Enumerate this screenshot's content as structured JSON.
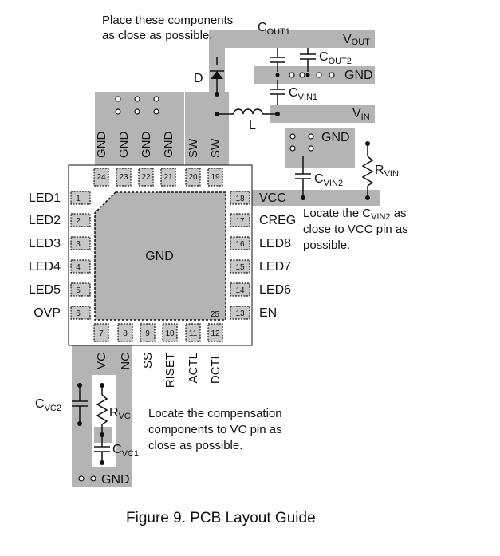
{
  "notes": {
    "place_line1": "Place these components",
    "place_line2": "as close as possible.",
    "cvin2_line1": "Locate the C",
    "cvin2_sub": "VIN2",
    "cvin2_after": " as",
    "cvin2_line2": "close to VCC pin as",
    "cvin2_line3": "possible.",
    "comp_line1": "Locate the compensation",
    "comp_line2": "components to VC pin as",
    "comp_line3": "close as possible."
  },
  "components": {
    "cout1_main": "C",
    "cout1_sub": "OUT1",
    "cout2_main": "C",
    "cout2_sub": "OUT2",
    "cvin1_main": "C",
    "cvin1_sub": "VIN1",
    "cvin2_main": "C",
    "cvin2_sub": "VIN2",
    "rvin_main": "R",
    "rvin_sub": "VIN",
    "cvc2_main": "C",
    "cvc2_sub": "VC2",
    "rvc_main": "R",
    "rvc_sub": "VC",
    "cvc1_main": "C",
    "cvc1_sub": "VC1",
    "diode": "D",
    "inductor": "L"
  },
  "nets": {
    "vout_main": "V",
    "vout_sub": "OUT",
    "vin_main": "V",
    "vin_sub": "IN",
    "gnd_top": "GND",
    "gnd_vin": "GND",
    "gnd_bottom": "GND"
  },
  "ic": {
    "center_label": "GND",
    "exposed_pad_num": "25",
    "top_pins": [
      {
        "num": "24",
        "label": "GND"
      },
      {
        "num": "23",
        "label": "GND"
      },
      {
        "num": "22",
        "label": "GND"
      },
      {
        "num": "21",
        "label": "GND"
      },
      {
        "num": "20",
        "label": "SW"
      },
      {
        "num": "19",
        "label": "SW"
      }
    ],
    "left_pins": [
      {
        "num": "1",
        "label": "LED1"
      },
      {
        "num": "2",
        "label": "LED2"
      },
      {
        "num": "3",
        "label": "LED3"
      },
      {
        "num": "4",
        "label": "LED4"
      },
      {
        "num": "5",
        "label": "LED5"
      },
      {
        "num": "6",
        "label": "OVP"
      }
    ],
    "right_pins": [
      {
        "num": "18",
        "label": "VCC"
      },
      {
        "num": "17",
        "label": "CREG"
      },
      {
        "num": "16",
        "label": "LED8"
      },
      {
        "num": "15",
        "label": "LED7"
      },
      {
        "num": "14",
        "label": "LED6"
      },
      {
        "num": "13",
        "label": "EN"
      }
    ],
    "bottom_pins": [
      {
        "num": "7",
        "label": "VC"
      },
      {
        "num": "8",
        "label": "NC"
      },
      {
        "num": "9",
        "label": "SS"
      },
      {
        "num": "10",
        "label": "RISET"
      },
      {
        "num": "11",
        "label": "ACTL"
      },
      {
        "num": "12",
        "label": "DCTL"
      }
    ]
  },
  "caption": "Figure 9. PCB Layout Guide",
  "colors": {
    "copper": "#b4b4b4",
    "pad": "#c8c8c8",
    "line": "#111111"
  }
}
